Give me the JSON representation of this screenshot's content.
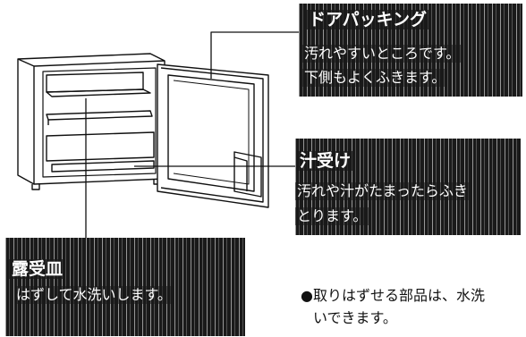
{
  "door_packing": {
    "title": "ドアパッキング",
    "line1": "汚れやすいところです。",
    "line2": "下側もよくふきます。"
  },
  "juice_tray": {
    "title": "汁受け",
    "line1": "汚れや汁がたまったらふき",
    "line2": "とります。"
  },
  "dew_tray": {
    "title": "露受皿",
    "line1": "はずして水洗いします。"
  },
  "note": {
    "bullet": "●",
    "line1": "取りはずせる部品は、水洗",
    "line2": "いできます。"
  },
  "colors": {
    "label_background": "#1a1a1a",
    "label_text": "#ffffff",
    "line_art": "#111111"
  }
}
